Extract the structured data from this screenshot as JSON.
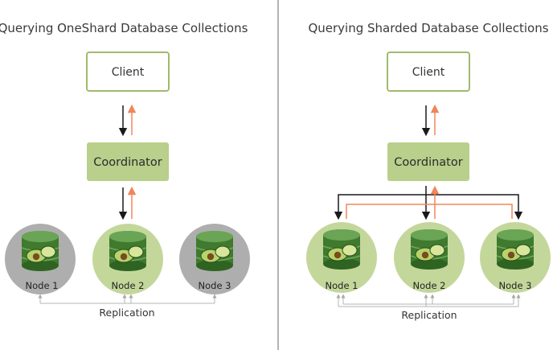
{
  "left_panel": {
    "title": "Querying OneShard Database Collections",
    "client_label": "Client",
    "coordinator_label": "Coordinator",
    "nodes": [
      "Node 1",
      "Node 2",
      "Node 3"
    ],
    "replication_label": "Replication"
  },
  "right_panel": {
    "title": "Querying Sharded Database Collections",
    "client_label": "Client",
    "coordinator_label": "Coordinator",
    "nodes": [
      "Node 1",
      "Node 2",
      "Node 3"
    ],
    "replication_label": "Replication"
  },
  "colors": {
    "request_arrow": "#1a1a1a",
    "response_arrow": "#f0865a",
    "client_border": "#9fbb6e",
    "coordinator_fill": "#b9cf8c",
    "active_node_fill": "#c4d79b",
    "inactive_node_fill": "#aeaeae",
    "divider": "#9a9a9a"
  },
  "icons": [
    "database-cylinder-icon",
    "avocado-icon"
  ]
}
